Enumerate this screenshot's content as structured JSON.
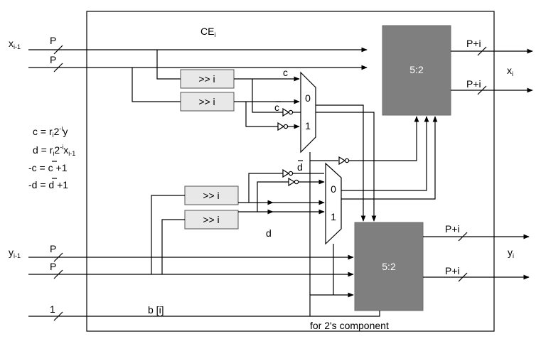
{
  "cell": {
    "title": "CE",
    "title_sub": "i"
  },
  "inputs": {
    "x": {
      "name": "x",
      "sub": "i-1"
    },
    "y": {
      "name": "y",
      "sub": "i-1"
    },
    "p": "P",
    "one": "1",
    "b": "b [i]"
  },
  "outputs": {
    "x": {
      "name": "x",
      "sub": "i"
    },
    "y": {
      "name": "y",
      "sub": "i"
    },
    "width": "P+i"
  },
  "blocks": {
    "compressor": "5:2",
    "shift": ">> i"
  },
  "mux": {
    "in0": "0",
    "in1": "1"
  },
  "signals": {
    "c": "c",
    "c_bar": "c",
    "d": "d",
    "d_bar": "d"
  },
  "equations": {
    "e1": {
      "a": "c = r",
      "a_sub": "i",
      "b": "2",
      "b_sup": "-i",
      "c": "y"
    },
    "e2": {
      "a": "d = r",
      "a_sub": "i",
      "b": "2",
      "b_sup": "-i",
      "c": "x",
      "c_sub": "i-1"
    },
    "e3": {
      "a": "-c = ",
      "bar": "c",
      "rest": " +1"
    },
    "e4": {
      "a": "-d = ",
      "bar": "d",
      "rest": " +1"
    }
  },
  "note": "for 2's component"
}
